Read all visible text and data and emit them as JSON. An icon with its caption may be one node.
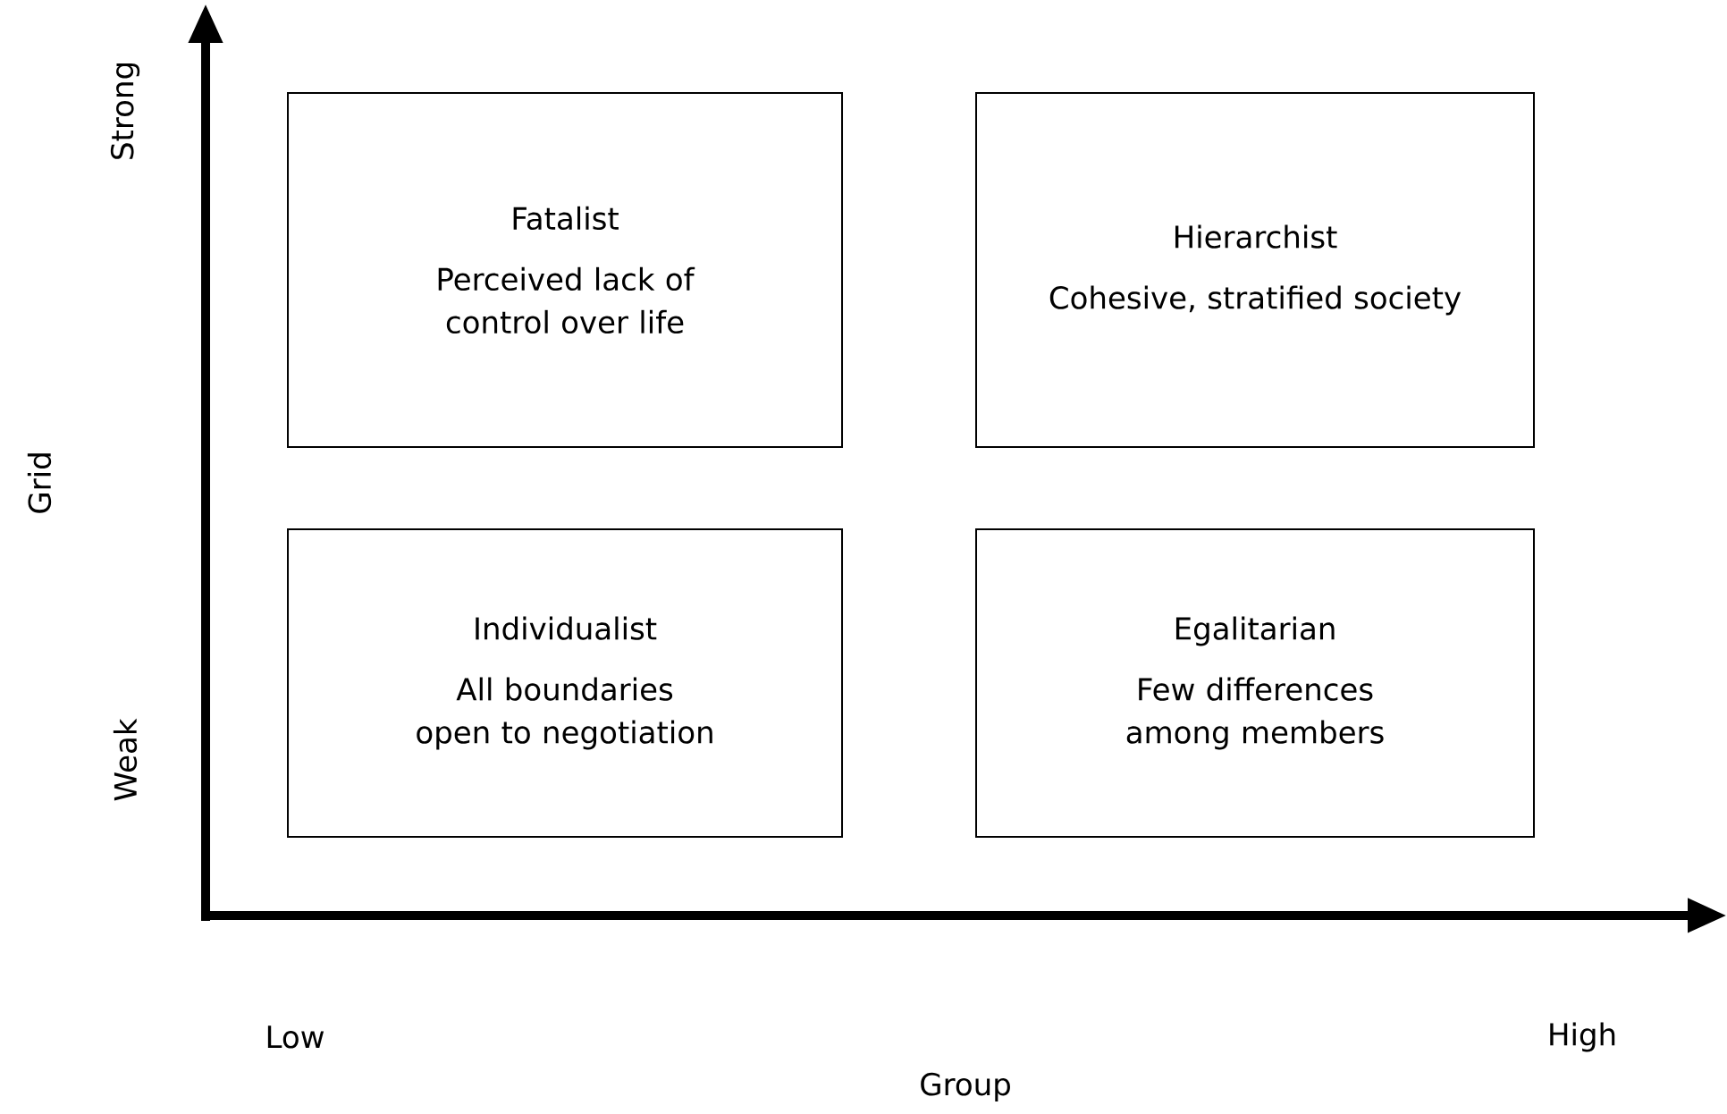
{
  "diagram": {
    "nodes": [
      {
        "text": [
          "Fatalist",
          "Perceived lack of control over life"
        ]
      },
      {
        "text": [
          "Hierarchist",
          "Cohesive, stratified society"
        ]
      },
      {
        "text": [
          "Individualist",
          "All boundaries open to negotiation"
        ]
      },
      {
        "text": [
          "Egalitarian",
          "Few differences among members"
        ]
      }
    ],
    "labels": [
      "Strong",
      "Grid",
      "Weak",
      "Low",
      "High",
      "Group"
    ]
  }
}
